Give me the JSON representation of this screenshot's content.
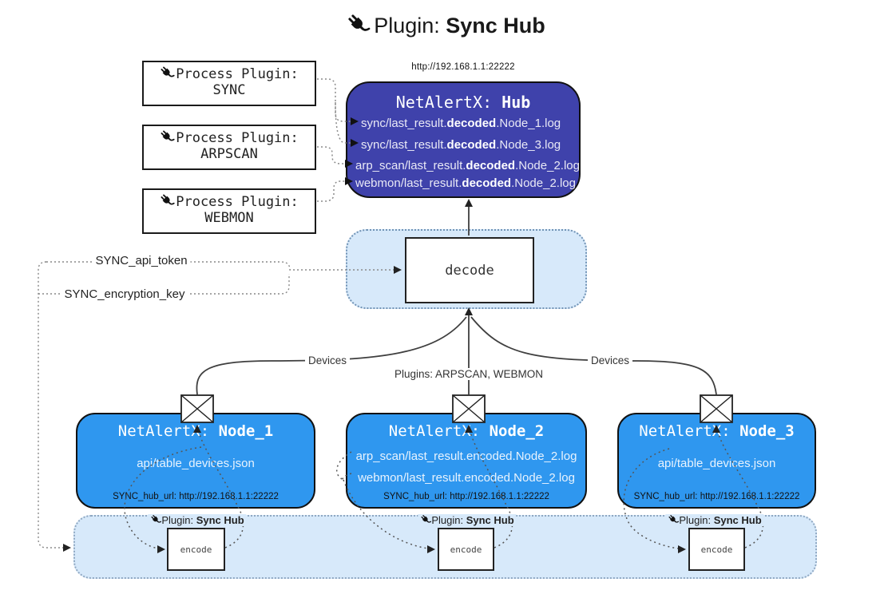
{
  "title": {
    "icon": "plug-icon",
    "prefix": "Plugin: ",
    "bold": "Sync Hub"
  },
  "process_plugins": [
    {
      "label": "Process Plugin:",
      "name": "SYNC"
    },
    {
      "label": "Process Plugin:",
      "name": "ARPSCAN"
    },
    {
      "label": "Process Plugin:",
      "name": "WEBMON"
    }
  ],
  "hub": {
    "url": "http://192.168.1.1:22222",
    "title_prefix": "NetAlertX: ",
    "title_bold": "Hub",
    "log_lines": [
      {
        "pre": "sync/last_result.",
        "bold": "decoded",
        "post": ".Node_1.log"
      },
      {
        "pre": "sync/last_result.",
        "bold": "decoded",
        "post": ".Node_3.log"
      },
      {
        "pre": "arp_scan/last_result.",
        "bold": "decoded",
        "post": ".Node_2.log"
      },
      {
        "pre": "webmon/last_result.",
        "bold": "decoded",
        "post": ".Node_2.log"
      }
    ]
  },
  "decode": {
    "label": "decode"
  },
  "tokens": {
    "api_token": "SYNC_api_token",
    "encryption_key": "SYNC_encryption_key"
  },
  "edges": {
    "devices_left": "Devices",
    "plugins_center": "Plugins: ARPSCAN, WEBMON",
    "devices_right": "Devices"
  },
  "nodes": [
    {
      "title_prefix": "NetAlertX: ",
      "title_bold": "Node_1",
      "lines": [
        "api/table_devices.json"
      ],
      "hub_url": "SYNC_hub_url: http://192.168.1.1:22222"
    },
    {
      "title_prefix": "NetAlertX: ",
      "title_bold": "Node_2",
      "lines": [
        "arp_scan/last_result.encoded.Node_2.log",
        "webmon/last_result.encoded.Node_2.log"
      ],
      "hub_url": "SYNC_hub_url: http://192.168.1.1:22222"
    },
    {
      "title_prefix": "NetAlertX: ",
      "title_bold": "Node_3",
      "lines": [
        "api/table_devices.json"
      ],
      "hub_url": "SYNC_hub_url: http://192.168.1.1:22222"
    }
  ],
  "encoders": [
    {
      "label_prefix": "Plugin: ",
      "label_bold": "Sync Hub",
      "box_label": "encode"
    },
    {
      "label_prefix": "Plugin: ",
      "label_bold": "Sync Hub",
      "box_label": "encode"
    },
    {
      "label_prefix": "Plugin: ",
      "label_bold": "Sync Hub",
      "box_label": "encode"
    }
  ],
  "colors": {
    "hub_bg": "#3f42ab",
    "node_bg": "#2f97ef",
    "light_panel_bg": "#d7e9fa",
    "panel_dotted_border": "#7193b5",
    "wire": "#3f3f3f",
    "dotted_wire": "#888888",
    "text_on_dark": "#e9e9f6"
  }
}
